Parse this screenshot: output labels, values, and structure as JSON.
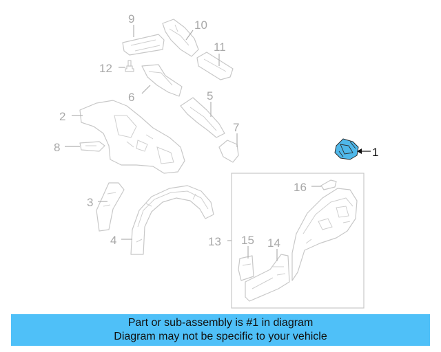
{
  "callouts": {
    "c1": "1",
    "c2": "2",
    "c3": "3",
    "c4": "4",
    "c5": "5",
    "c6": "6",
    "c7": "7",
    "c8": "8",
    "c9": "9",
    "c10": "10",
    "c11": "11",
    "c12": "12",
    "c13": "13",
    "c14": "14",
    "c15": "15",
    "c16": "16"
  },
  "highlight_color": "#4fb8ea",
  "banner": {
    "line1": "Part or sub-assembly is #1 in diagram",
    "line2": "Diagram may not be specific to your vehicle",
    "color": "#4fc0f8"
  }
}
